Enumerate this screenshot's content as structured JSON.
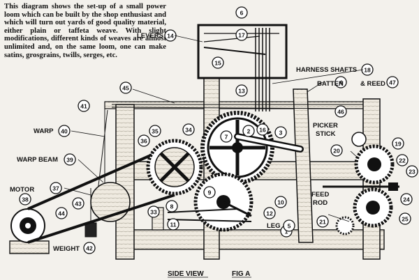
{
  "intro_text": "This diagram shows the set-up of a small power loom which can be built by the shop enthusiast and which will turn out yards of good quality material, either plain or taffeta weave. With slight modifications, different kinds of weaves are almost unlimited and, on the same loom, one can make satins, grosgrains, twills, serges, etc.",
  "labels": {
    "levers": "LEVERS",
    "harness_shafts": "HARNESS SHAFTS",
    "batten": "BATTEN",
    "and_reed": "& REED",
    "picker": "PICKER",
    "stick": "STICK",
    "warp": "WARP",
    "warp_beam": "WARP BEAM",
    "motor": "MOTOR",
    "weight": "WEIGHT",
    "feed": "FEED",
    "rod": "ROD",
    "leg": "LEG"
  },
  "caption": {
    "side_view": "SIDE VIEW",
    "figure": "FIG A"
  },
  "callouts": [
    "1",
    "2",
    "3",
    "4",
    "5",
    "6",
    "7",
    "8",
    "9",
    "10",
    "11",
    "12",
    "13",
    "14",
    "15",
    "16",
    "17",
    "18",
    "19",
    "20",
    "21",
    "22",
    "23",
    "24",
    "25",
    "33",
    "34",
    "35",
    "36",
    "37",
    "38",
    "39",
    "40",
    "41",
    "42",
    "43",
    "44",
    "45",
    "46",
    "47"
  ]
}
